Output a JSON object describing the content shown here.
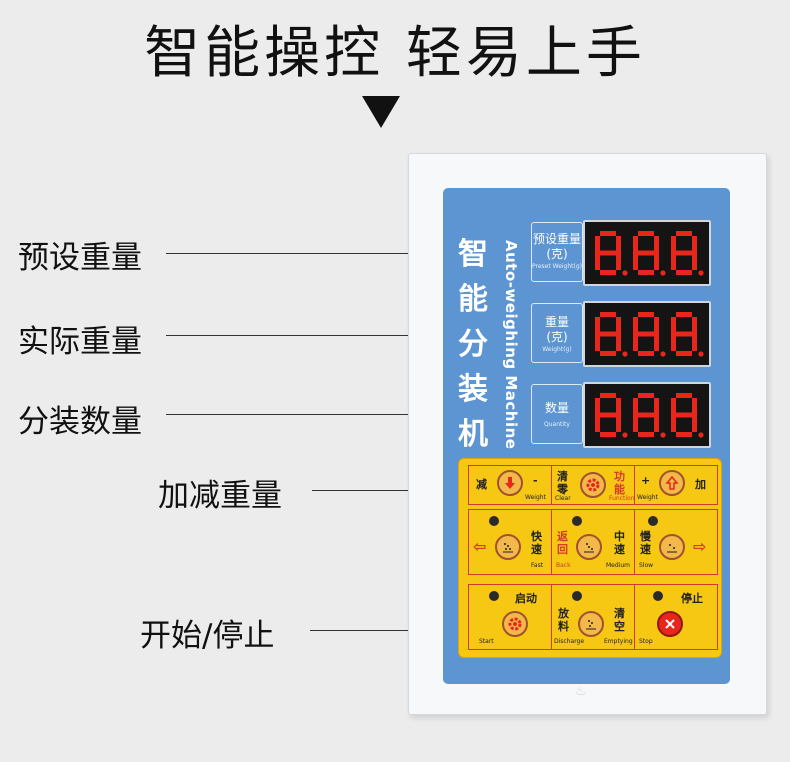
{
  "headline": "智能操控 轻易上手",
  "callouts": {
    "preset": "预设重量",
    "actual": "实际重量",
    "count": "分装数量",
    "adjust": "加减重量",
    "startstop": "开始/停止"
  },
  "device": {
    "title_cn": [
      "智",
      "能",
      "分",
      "装",
      "机"
    ],
    "title_en": "Auto-weighing Machine",
    "displays": [
      {
        "label_lines": [
          "预设重量",
          "(克)"
        ],
        "sub": "Preset Weight(g)",
        "value": "8.8.8."
      },
      {
        "label_lines": [
          "重量",
          "(克)"
        ],
        "sub": "Weight(g)",
        "value": "8.8.8."
      },
      {
        "label_lines": [
          "数量"
        ],
        "sub": "Quantity",
        "value": "8.8.8."
      }
    ],
    "keys": {
      "minus": {
        "cn": "减",
        "sign": "-",
        "en": "Weight"
      },
      "clear": {
        "cn": "清零",
        "en": "Clear"
      },
      "function": {
        "cn": "功能",
        "en": "Function"
      },
      "plus": {
        "cn": "加",
        "sign": "+",
        "en": "Weight"
      },
      "fast": {
        "cn": "快速",
        "en": "Fast"
      },
      "back": {
        "cn": "返回",
        "en": "Back"
      },
      "medium": {
        "cn": "中速",
        "en": "Medium"
      },
      "slow": {
        "cn": "慢速",
        "en": "Slow"
      },
      "start": {
        "cn": "启动",
        "en": "Start"
      },
      "discharge": {
        "cn": "放料",
        "en": "Discharge"
      },
      "empty": {
        "cn": "清空",
        "en": "Emptying"
      },
      "stop": {
        "cn": "停止",
        "en": "Stop"
      }
    }
  },
  "icons": {
    "headline_arrow": "triangle-down-icon",
    "minus": "down-arrow-icon",
    "function": "gear-icon",
    "plus": "up-arrow-icon",
    "speed": "pour-icon",
    "start": "gear-icon",
    "stop": "x-circle-icon"
  },
  "colors": {
    "panel_blue": "#5d95d3",
    "keypad_yellow": "#f6c713",
    "key_red": "#d23a2a",
    "led_red": "#e8261c"
  }
}
